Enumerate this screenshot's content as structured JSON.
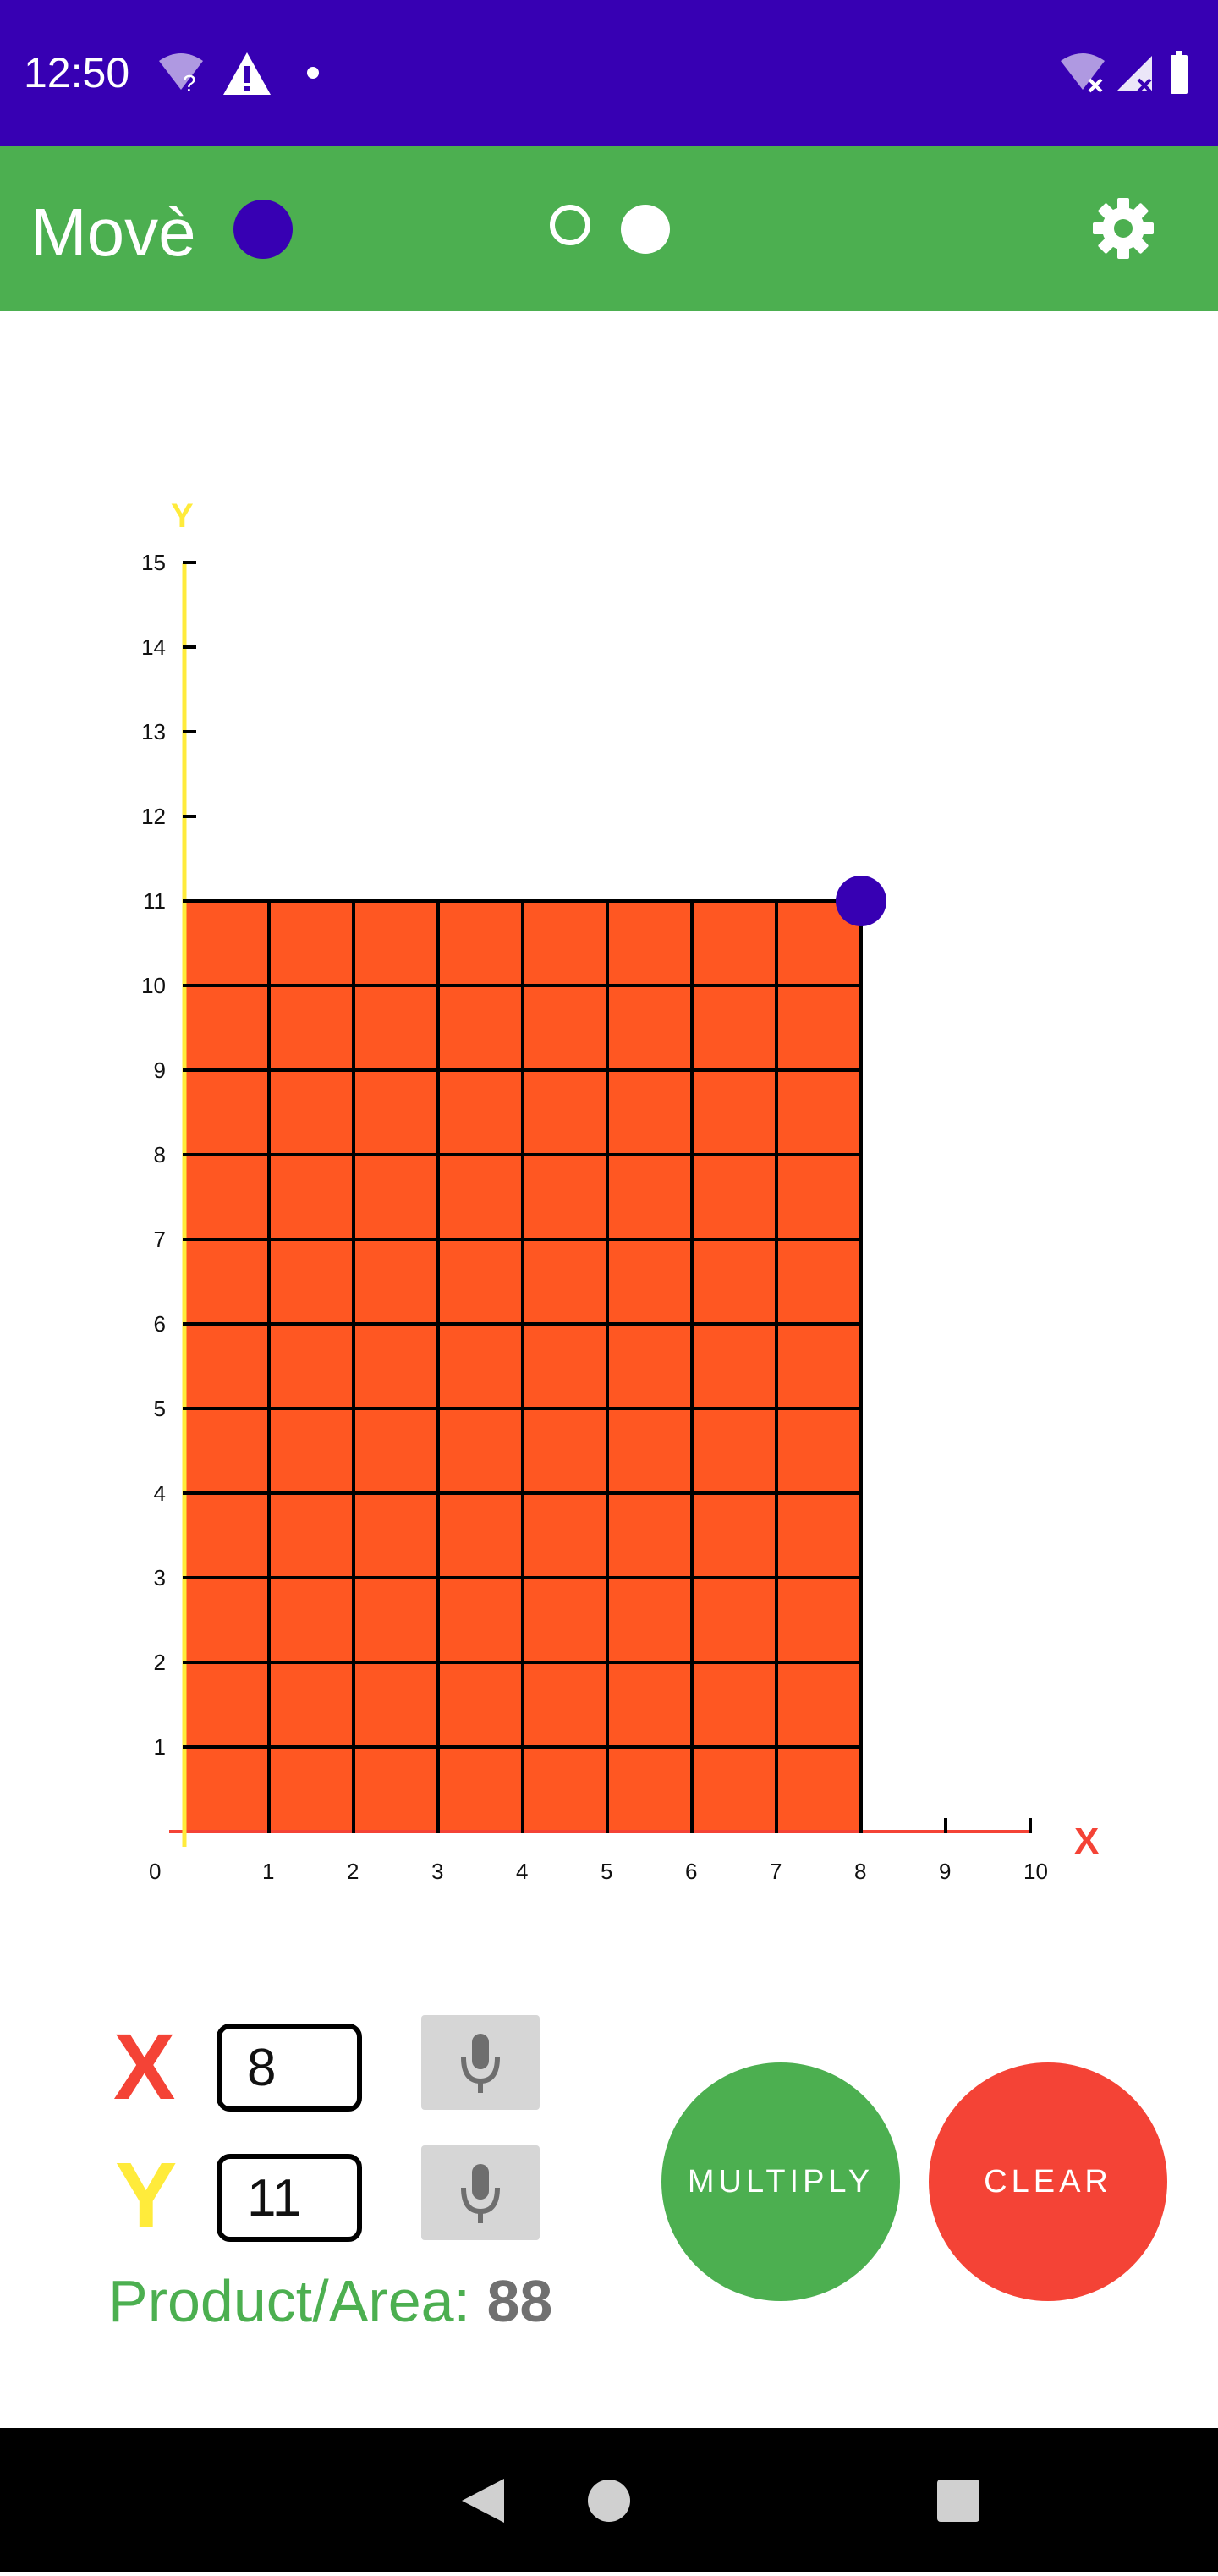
{
  "status_bar": {
    "time": "12:50",
    "icons_left": [
      "wifi-unknown-icon",
      "warning-icon",
      "notification-dot-icon"
    ],
    "icons_right": [
      "wifi-off-icon",
      "signal-off-icon",
      "battery-icon"
    ],
    "background": "#3700b3"
  },
  "app_bar": {
    "title": "Movè",
    "settings_icon": "gear-icon",
    "background": "#4caf50",
    "accent": "#3700b3"
  },
  "chart_data": {
    "type": "area-grid",
    "x_axis_label": "X",
    "y_axis_label": "Y",
    "x_ticks": [
      "0",
      "1",
      "2",
      "3",
      "4",
      "5",
      "6",
      "7",
      "8",
      "9",
      "10"
    ],
    "y_ticks": [
      "1",
      "2",
      "3",
      "4",
      "5",
      "6",
      "7",
      "8",
      "9",
      "10",
      "11",
      "12",
      "13",
      "14",
      "15"
    ],
    "xlim": [
      0,
      10
    ],
    "ylim": [
      0,
      15
    ],
    "filled_width": 8,
    "filled_height": 11,
    "point": {
      "x": 8,
      "y": 11
    },
    "colors": {
      "fill": "#ff5722",
      "x_axis": "#f44336",
      "y_axis": "#ffeb3b",
      "point": "#3700b3",
      "grid": "#000000"
    }
  },
  "controls": {
    "x_label": "X",
    "y_label": "Y",
    "x_value": "8",
    "y_value": "11",
    "x_color": "#f44336",
    "y_color": "#ffeb3b",
    "mic_icon": "microphone-icon",
    "multiply_label": "MULTIPLY",
    "clear_label": "CLEAR",
    "product_label": "Product/Area:",
    "product_value": "88"
  },
  "nav_bar": {
    "back_icon": "back-triangle-icon",
    "home_icon": "home-circle-icon",
    "recents_icon": "recents-square-icon"
  }
}
